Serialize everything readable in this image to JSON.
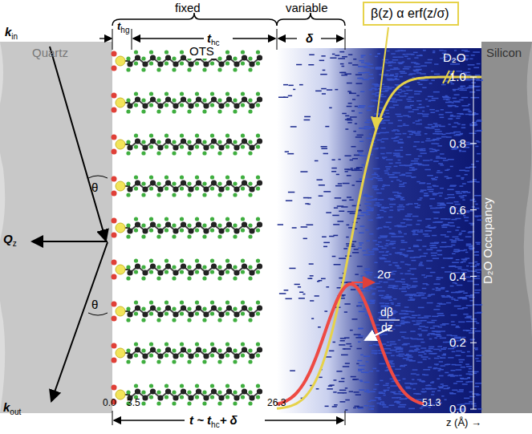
{
  "diagram": {
    "nodes": [
      {
        "text": [
          "β(z) α erf(z/σ)"
        ]
      }
    ],
    "labels": [
      "fixed",
      "variable",
      "k",
      "in",
      "t",
      "hg",
      "t",
      "hc",
      "δ",
      "Quartz",
      "OTS",
      "D₂O",
      "Silicon",
      "θ",
      "θ",
      "Q",
      "z",
      "1.0",
      "0.8",
      "0.6",
      "0.4",
      "0.2",
      "0.0",
      "D₂O Occupancy",
      "2σ",
      "dβ",
      "dz",
      "k",
      "out",
      "0.0",
      "3.5",
      "26.3",
      "51.3",
      "z (Å) →",
      "t ~ t",
      "hc",
      "+ δ"
    ]
  }
}
